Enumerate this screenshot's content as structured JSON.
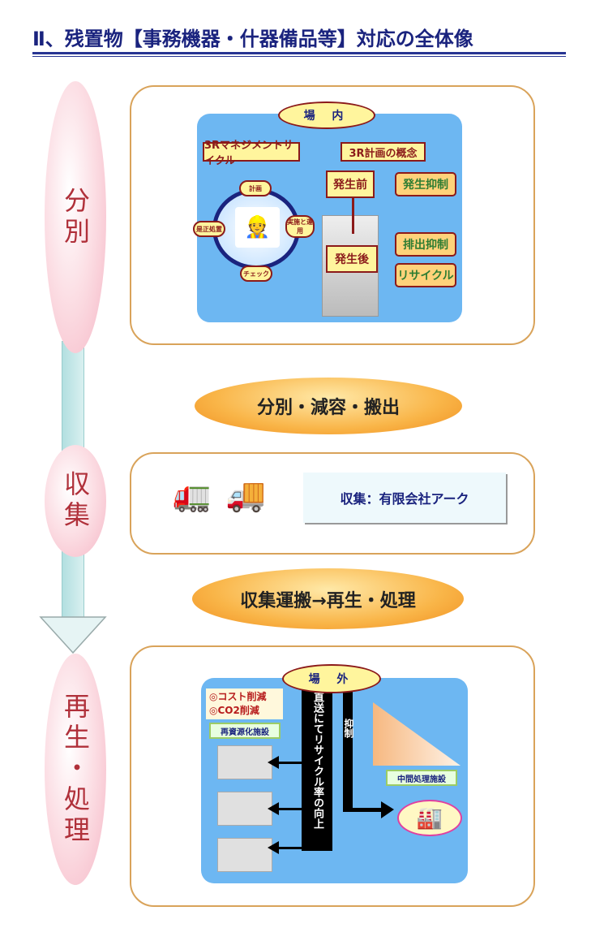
{
  "title": "Ⅱ、残置物【事務機器・什器備品等】対応の全体像",
  "stages": [
    "分別",
    "収集",
    "再生・処理"
  ],
  "flows": [
    "分別・減容・搬出",
    "収集運搬→再生・処理"
  ],
  "onsite": {
    "label": "場 内",
    "cycle_title": "3Rマネジメントサイクル",
    "cycle": [
      "計画",
      "実施と運用",
      "チェック",
      "是正処置"
    ],
    "concept_title": "3R計画の概念",
    "before": "発生前",
    "after": "発生後",
    "measures": [
      "発生抑制",
      "排出抑制",
      "リサイクル"
    ]
  },
  "collection": {
    "label": "収集：有限会社アーク"
  },
  "offsite": {
    "label": "場 外",
    "benefits": [
      "◎コスト削減",
      "◎CO2削減"
    ],
    "recycle_facility": "再資源化施設",
    "direct": "直送にてリサイクル率の向上",
    "suppress": "抑制",
    "intermediate": "中間処理施設"
  }
}
